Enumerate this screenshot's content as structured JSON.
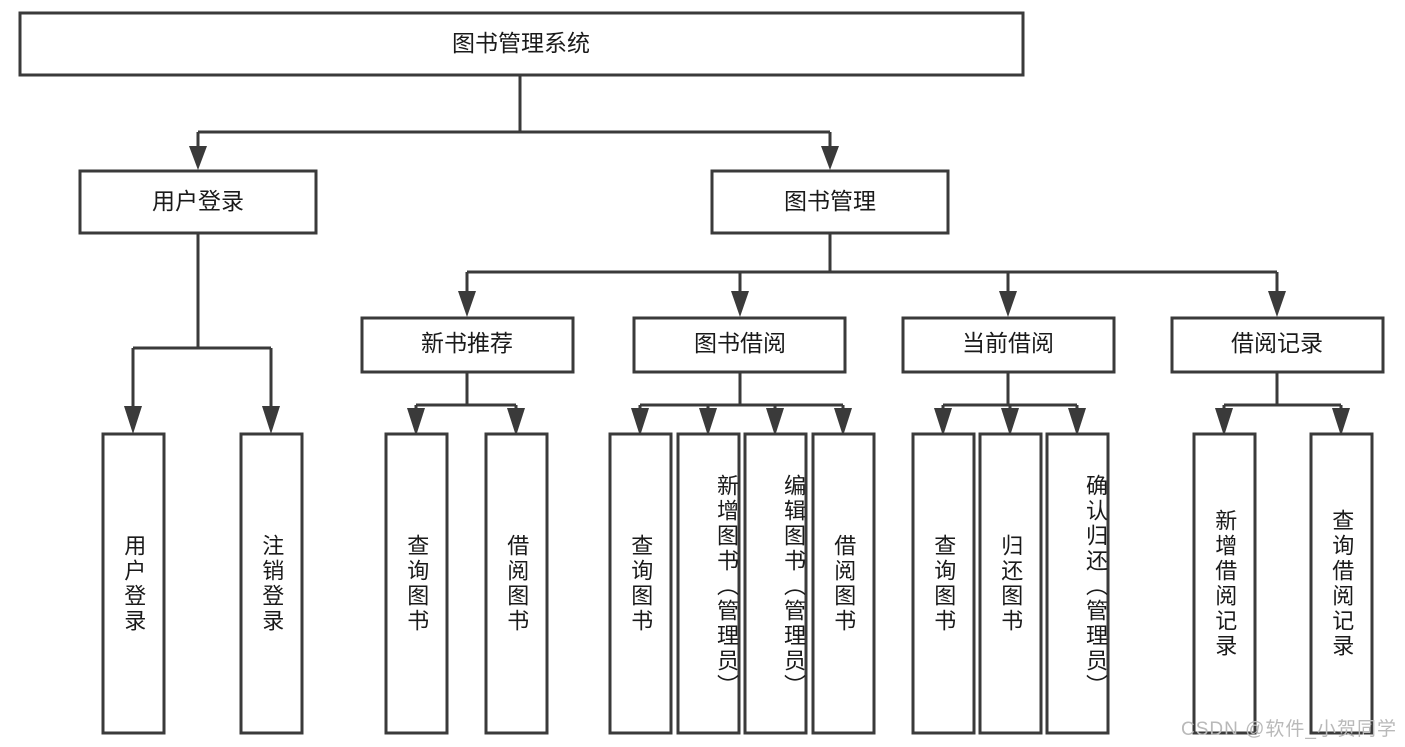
{
  "diagram": {
    "type": "tree-hierarchy-chart",
    "title": "图书管理系统",
    "background_color": "#ffffff",
    "line_color": "#3a3a3a",
    "text_color": "#1a1a1a",
    "root": {
      "label": "图书管理系统"
    },
    "level2": [
      {
        "id": "user-login",
        "label": "用户登录"
      },
      {
        "id": "book-manage",
        "label": "图书管理"
      }
    ],
    "level3": [
      {
        "id": "new-book-recommend",
        "label": "新书推荐"
      },
      {
        "id": "book-borrow",
        "label": "图书借阅"
      },
      {
        "id": "current-borrow",
        "label": "当前借阅"
      },
      {
        "id": "borrow-record",
        "label": "借阅记录"
      }
    ],
    "leaves": {
      "user_login": [
        {
          "id": "leaf-user-login",
          "label": "用户登录"
        },
        {
          "id": "leaf-logout-login",
          "label": "注销登录"
        }
      ],
      "new_book_recommend": [
        {
          "id": "leaf-query-book-1",
          "label": "查询图书"
        },
        {
          "id": "leaf-borrow-book-1",
          "label": "借阅图书"
        }
      ],
      "book_borrow": [
        {
          "id": "leaf-query-book-2",
          "label": "查询图书"
        },
        {
          "id": "leaf-add-book-admin",
          "label": "新增图书（管理员）"
        },
        {
          "id": "leaf-edit-book-admin",
          "label": "编辑图书（管理员）"
        },
        {
          "id": "leaf-borrow-book-2",
          "label": "借阅图书"
        }
      ],
      "current_borrow": [
        {
          "id": "leaf-query-book-3",
          "label": "查询图书"
        },
        {
          "id": "leaf-return-book",
          "label": "归还图书"
        },
        {
          "id": "leaf-confirm-return-admin",
          "label": "确认归还（管理员）"
        }
      ],
      "borrow_record": [
        {
          "id": "leaf-add-borrow-record",
          "label": "新增借阅记录"
        },
        {
          "id": "leaf-query-borrow-record",
          "label": "查询借阅记录"
        }
      ]
    }
  },
  "watermark": {
    "text": "CSDN @软件_小贺同学"
  }
}
